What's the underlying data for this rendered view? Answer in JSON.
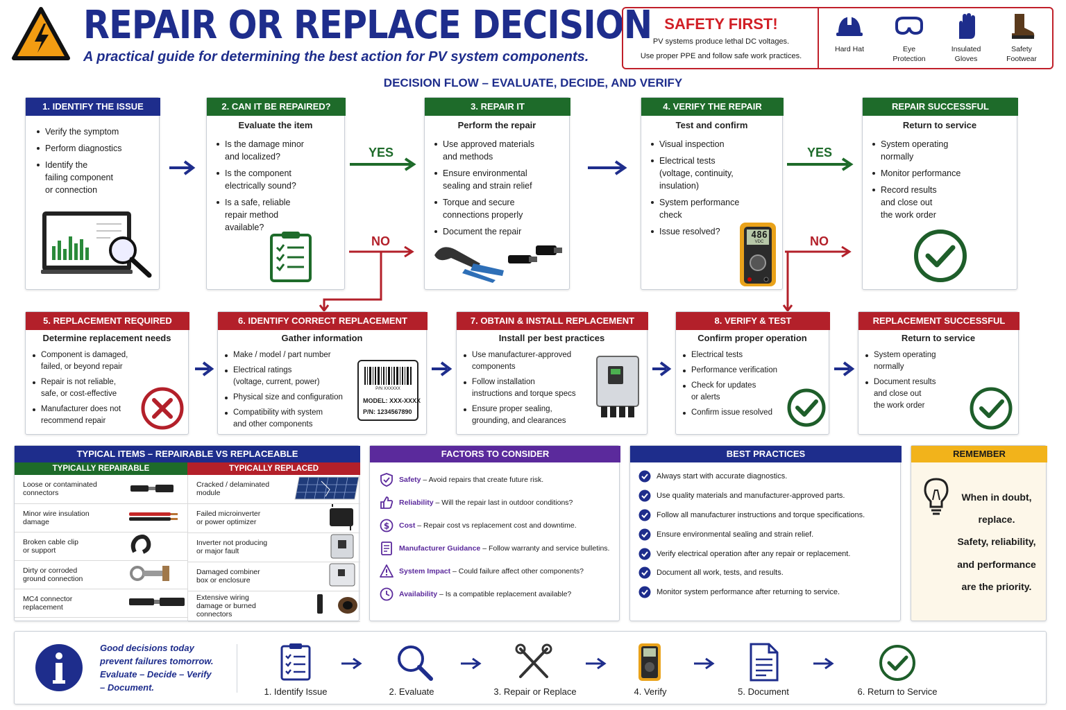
{
  "header": {
    "title": "REPAIR OR REPLACE DECISION",
    "subtitle": "A practical guide for determining the best action for PV system components."
  },
  "safety": {
    "title": "SAFETY FIRST!",
    "line1": "PV systems produce lethal DC voltages.",
    "line2": "Use proper PPE and follow safe work practices.",
    "ppe": [
      "Hard Hat",
      "Eye\nProtection",
      "Insulated\nGloves",
      "Safety\nFootwear"
    ]
  },
  "flow_title": "DECISION FLOW – EVALUATE, DECIDE, AND VERIFY",
  "labels": {
    "yes": "YES",
    "no": "NO"
  },
  "top_row": [
    {
      "title": "1. IDENTIFY THE ISSUE",
      "sub": "",
      "items": [
        "Verify the symptom",
        "Perform diagnostics",
        "Identify the\nfailing component\nor connection"
      ]
    },
    {
      "title": "2. CAN IT BE REPAIRED?",
      "sub": "Evaluate the item",
      "items": [
        "Is the damage minor\nand localized?",
        "Is the component\nelectrically sound?",
        "Is a safe, reliable\nrepair method\navailable?"
      ]
    },
    {
      "title": "3. REPAIR IT",
      "sub": "Perform the repair",
      "items": [
        "Use approved materials\nand methods",
        "Ensure environmental\nsealing and strain relief",
        "Torque and secure\nconnections properly",
        "Document the repair"
      ]
    },
    {
      "title": "4. VERIFY THE REPAIR",
      "sub": "Test and confirm",
      "items": [
        "Visual inspection",
        "Electrical tests\n(voltage, continuity,\ninsulation)",
        "System performance\ncheck",
        "Issue resolved?"
      ]
    },
    {
      "title": "REPAIR SUCCESSFUL",
      "sub": "Return to service",
      "items": [
        "System operating\nnormally",
        "Monitor performance",
        "Record results\nand close out\nthe work order"
      ]
    }
  ],
  "bottom_row": [
    {
      "title": "5. REPLACEMENT REQUIRED",
      "sub": "Determine replacement needs",
      "items": [
        "Component is damaged,\nfailed, or beyond repair",
        "Repair is not reliable,\nsafe, or cost-effective",
        "Manufacturer does not\nrecommend repair"
      ]
    },
    {
      "title": "6. IDENTIFY CORRECT REPLACEMENT",
      "sub": "Gather information",
      "items": [
        "Make / model / part number",
        "Electrical ratings\n(voltage, current, power)",
        "Physical size and configuration",
        "Compatibility with system\nand other components"
      ]
    },
    {
      "title": "7. OBTAIN & INSTALL REPLACEMENT",
      "sub": "Install per best practices",
      "items": [
        "Use manufacturer-approved\ncomponents",
        "Follow installation\ninstructions and torque specs",
        "Ensure proper sealing,\ngrounding, and clearances"
      ]
    },
    {
      "title": "8. VERIFY & TEST",
      "sub": "Confirm proper operation",
      "items": [
        "Electrical tests",
        "Performance verification",
        "Check for updates\nor alerts",
        "Confirm issue resolved"
      ]
    },
    {
      "title": "REPLACEMENT SUCCESSFUL",
      "sub": "Return to service",
      "items": [
        "System operating\nnormally",
        "Document results\nand close out\nthe work order"
      ]
    }
  ],
  "label_tag": {
    "model": "MODEL: XXX-XXXX",
    "pn": "P/N: 1234567890",
    "small": "P/N  XXXXXX"
  },
  "meter_reading": "486",
  "meter_unit": "VDC",
  "typical": {
    "title": "TYPICAL ITEMS – REPAIRABLE VS REPLACEABLE",
    "repairable_title": "TYPICALLY REPAIRABLE",
    "replaced_title": "TYPICALLY REPLACED",
    "repairable": [
      "Loose or contaminated\nconnectors",
      "Minor wire insulation\ndamage",
      "Broken cable clip\nor support",
      "Dirty or corroded\nground connection",
      "MC4 connector\nreplacement"
    ],
    "replaced": [
      "Cracked / delaminated\nmodule",
      "Failed microinverter\nor power optimizer",
      "Inverter not producing\nor major fault",
      "Damaged combiner\nbox or enclosure",
      "Extensive wiring\ndamage or burned\nconnectors"
    ]
  },
  "factors": {
    "title": "FACTORS TO CONSIDER",
    "items": [
      {
        "name": "Safety",
        "text": " – Avoid repairs that create future risk.",
        "icon": "shield-icon"
      },
      {
        "name": "Reliability",
        "text": " – Will the repair last in outdoor conditions?",
        "icon": "thumbs-up-icon"
      },
      {
        "name": "Cost",
        "text": " – Repair cost vs replacement cost and downtime.",
        "icon": "dollar-icon"
      },
      {
        "name": "Manufacturer Guidance",
        "text": " – Follow warranty and service bulletins.",
        "icon": "document-icon"
      },
      {
        "name": "System Impact",
        "text": " – Could failure affect other components?",
        "icon": "warning-icon"
      },
      {
        "name": "Availability",
        "text": " – Is a compatible replacement available?",
        "icon": "clock-icon"
      }
    ]
  },
  "best_practices": {
    "title": "BEST PRACTICES",
    "items": [
      "Always start with accurate diagnostics.",
      "Use quality materials and manufacturer-approved parts.",
      "Follow all manufacturer instructions and torque specifications.",
      "Ensure environmental sealing and strain relief.",
      "Verify electrical operation after any repair or replacement.",
      "Document all work, tests, and results.",
      "Monitor system performance after returning to service."
    ]
  },
  "remember": {
    "title": "REMEMBER",
    "lines": [
      "When in doubt,",
      "replace.",
      "Safety, reliability,",
      "and performance",
      "are the priority."
    ]
  },
  "footer": {
    "lines": [
      "Good decisions today",
      "prevent failures tomorrow.",
      "Evaluate – Decide – Verify",
      "– Document."
    ],
    "steps": [
      "1. Identify Issue",
      "2. Evaluate",
      "3. Repair or Replace",
      "4. Verify",
      "5. Document",
      "6. Return to Service"
    ]
  },
  "colors": {
    "navy": "#1e2d8c",
    "green": "#1e6b2a",
    "red": "#b3202a",
    "purple": "#5b2a9c",
    "orange": "#f2b31b"
  }
}
